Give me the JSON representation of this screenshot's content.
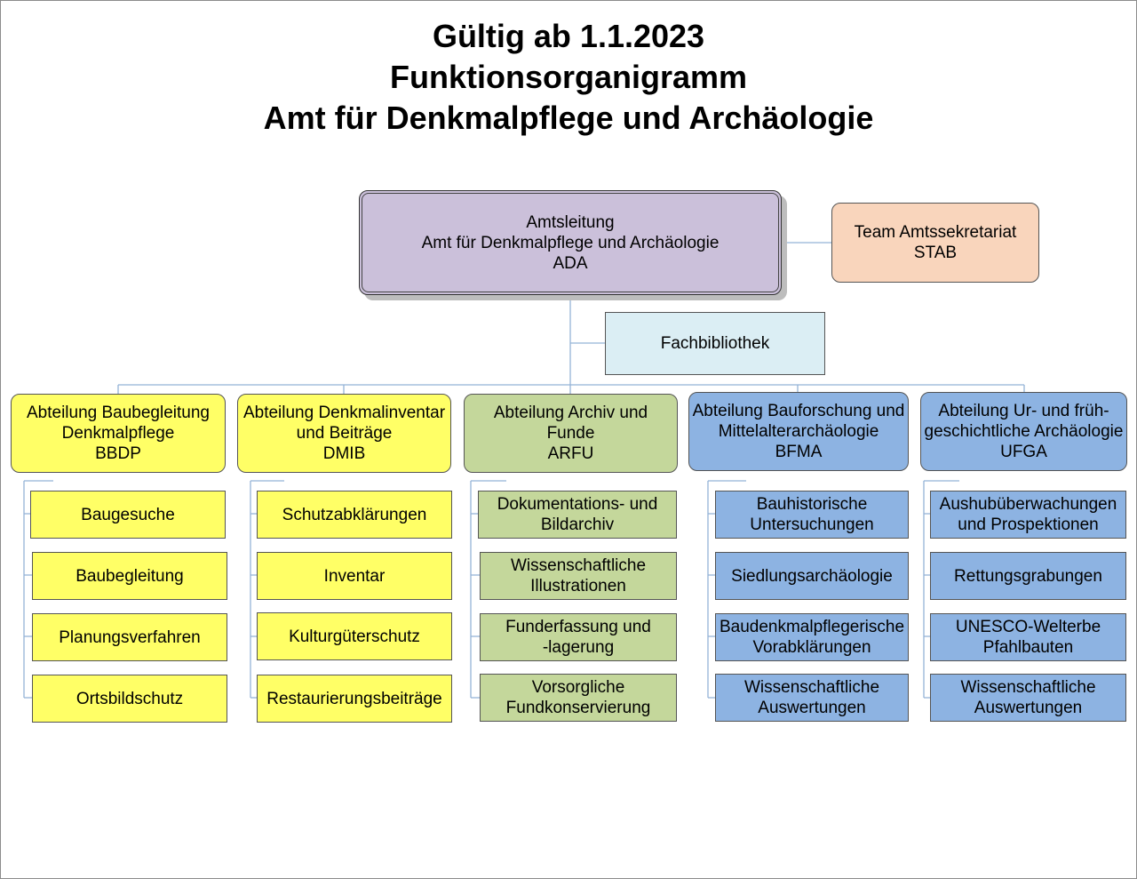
{
  "title": {
    "line1": "Gültig ab 1.1.2023",
    "line2": "Funktionsorganigramm",
    "line3": "Amt für Denkmalpflege und Archäologie"
  },
  "colors": {
    "leadership": "#cbc0da",
    "secretariat": "#f9d5bc",
    "library": "#dbeef4",
    "yellow": "#ffff66",
    "green": "#c4d79b",
    "blue": "#8db3e2",
    "connector": "#95b3d7"
  },
  "head": {
    "line1": "Amtsleitung",
    "line2": "Amt für Denkmalpflege und Archäologie",
    "line3": "ADA"
  },
  "secretariat": {
    "line1": "Team Amtssekretariat",
    "line2": "STAB"
  },
  "library": {
    "label": "Fachbibliothek"
  },
  "departments": [
    {
      "line1": "Abteilung Baubegleitung",
      "line2": "Denkmalpflege",
      "line3": "BBDP",
      "units": [
        {
          "line1": "Baugesuche",
          "line2": ""
        },
        {
          "line1": "Baubegleitung",
          "line2": ""
        },
        {
          "line1": "Planungsverfahren",
          "line2": ""
        },
        {
          "line1": "Ortsbildschutz",
          "line2": ""
        }
      ]
    },
    {
      "line1": "Abteilung Denkmalinventar",
      "line2": "und Beiträge",
      "line3": "DMIB",
      "units": [
        {
          "line1": "Schutzabklärungen",
          "line2": ""
        },
        {
          "line1": "Inventar",
          "line2": ""
        },
        {
          "line1": "Kulturgüterschutz",
          "line2": ""
        },
        {
          "line1": "Restaurierungsbeiträge",
          "line2": ""
        }
      ]
    },
    {
      "line1": "Abteilung Archiv und",
      "line2": "Funde",
      "line3": "ARFU",
      "units": [
        {
          "line1": "Dokumentations- und",
          "line2": "Bildarchiv"
        },
        {
          "line1": "Wissenschaftliche",
          "line2": "Illustrationen"
        },
        {
          "line1": "Funderfassung und",
          "line2": "-lagerung"
        },
        {
          "line1": "Vorsorgliche",
          "line2": "Fundkonservierung"
        }
      ]
    },
    {
      "line1": "Abteilung Bauforschung und",
      "line2": "Mittelalterarchäologie",
      "line3": "BFMA",
      "units": [
        {
          "line1": "Bauhistorische",
          "line2": "Untersuchungen"
        },
        {
          "line1": "Siedlungsarchäologie",
          "line2": ""
        },
        {
          "line1": "Baudenkmalpflegerische",
          "line2": "Vorabklärungen"
        },
        {
          "line1": "Wissenschaftliche",
          "line2": "Auswertungen"
        }
      ]
    },
    {
      "line1": "Abteilung Ur- und früh-",
      "line2": "geschichtliche Archäologie",
      "line3": "UFGA",
      "units": [
        {
          "line1": "Aushubüberwachungen",
          "line2": "und Prospektionen"
        },
        {
          "line1": "Rettungsgrabungen",
          "line2": ""
        },
        {
          "line1": "UNESCO-Welterbe",
          "line2": "Pfahlbauten"
        },
        {
          "line1": "Wissenschaftliche",
          "line2": "Auswertungen"
        }
      ]
    }
  ]
}
